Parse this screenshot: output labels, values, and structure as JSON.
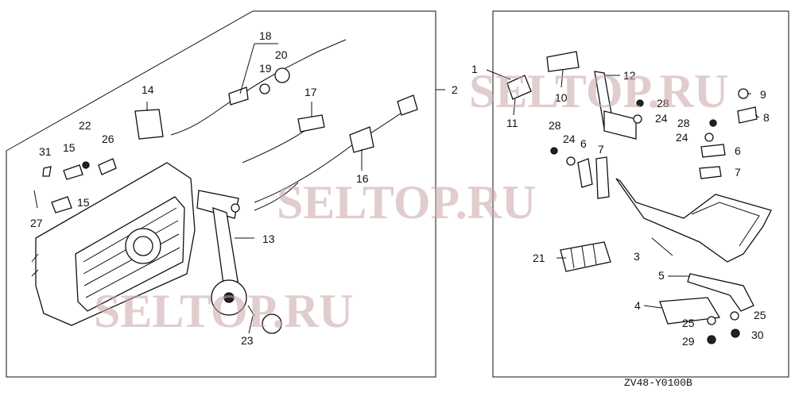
{
  "watermarks": [
    "SELTOP.RU",
    "SELTOP.RU",
    "SELTOP.RU"
  ],
  "diagram_code": "ZV48-Y0100B",
  "callouts": {
    "c1": "1",
    "c2": "2",
    "c3": "3",
    "c4": "4",
    "c5": "5",
    "c6a": "6",
    "c6b": "6",
    "c7a": "7",
    "c7b": "7",
    "c8": "8",
    "c9": "9",
    "c10": "10",
    "c11": "11",
    "c12": "12",
    "c13": "13",
    "c14": "14",
    "c15a": "15",
    "c15b": "15",
    "c16": "16",
    "c17": "17",
    "c18": "18",
    "c19": "19",
    "c20": "20",
    "c21": "21",
    "c22": "22",
    "c23": "23",
    "c24a": "24",
    "c24b": "24",
    "c24c": "24",
    "c25a": "25",
    "c25b": "25",
    "c26": "26",
    "c27": "27",
    "c28a": "28",
    "c28b": "28",
    "c28c": "28",
    "c29": "29",
    "c30": "30",
    "c31": "31"
  }
}
